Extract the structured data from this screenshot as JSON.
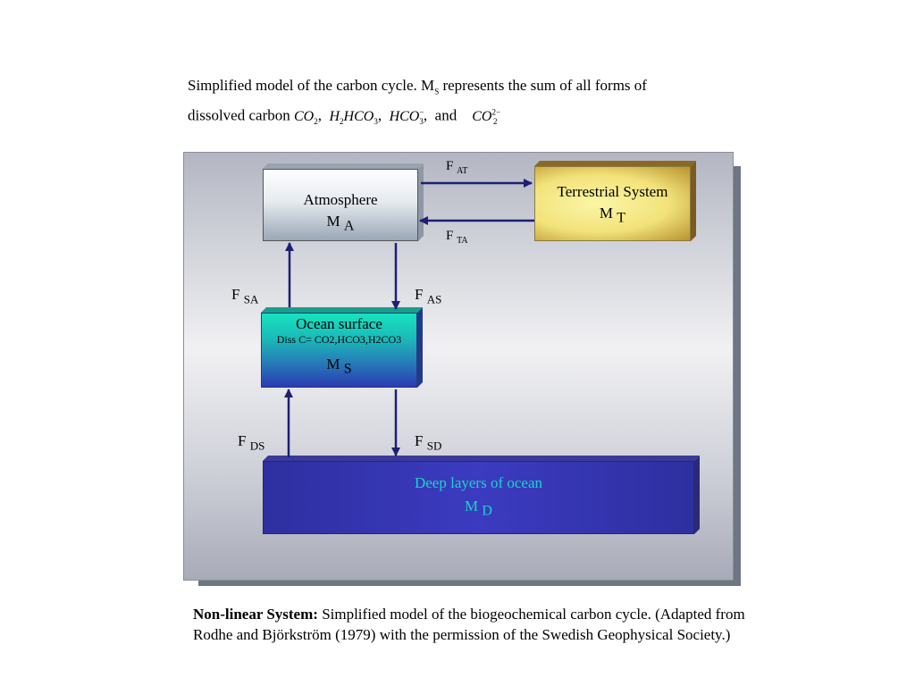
{
  "intro": {
    "line1_pre": "Simplified model of the carbon cycle. M",
    "line1_sub": "S",
    "line1_post": " represents the sum of all forms of",
    "line2_pre": "dissolved carbon ",
    "f1": "CO",
    "f1_sub": "2",
    "f2a": "H",
    "f2a_sub": "2",
    "f2b": "HCO",
    "f2b_sub": "3",
    "f3": "HCO",
    "f3_sub": "3",
    "f3_sup": "−",
    "and": "and",
    "f4": "CO",
    "f4_sub": "2",
    "f4_sup": "2−"
  },
  "boxes": {
    "atmosphere": {
      "title": "Atmosphere",
      "mass": "M",
      "mass_sub": "A"
    },
    "terrestrial": {
      "title": "Terrestrial System",
      "mass": "M",
      "mass_sub": "T"
    },
    "ocean_surface": {
      "title": "Ocean surface",
      "subtitle": "Diss C= CO2,HCO3,H2CO3",
      "mass": "M",
      "mass_sub": "S"
    },
    "deep_ocean": {
      "title": "Deep layers of ocean",
      "mass": "M",
      "mass_sub": "D"
    }
  },
  "fluxes": {
    "at": {
      "f": "F",
      "sub": "AT"
    },
    "ta": {
      "f": "F",
      "sub": "TA"
    },
    "sa": {
      "f": "F",
      "sub": "SA"
    },
    "as": {
      "f": "F",
      "sub": "AS"
    },
    "ds": {
      "f": "F",
      "sub": "DS"
    },
    "sd": {
      "f": "F",
      "sub": "SD"
    }
  },
  "caption": {
    "bold": "Non-linear System:",
    "text": " Simplified model of the biogeochemical carbon cycle. (Adapted from Rodhe and Björkström (1979) with the permission of the Swedish Geophysical Society.)"
  },
  "colors": {
    "arrow": "#1c1f73",
    "deep_text": "#19d6c6",
    "ocean_top": "#18e0c0",
    "ocean_bottom": "#2a3bb0"
  }
}
